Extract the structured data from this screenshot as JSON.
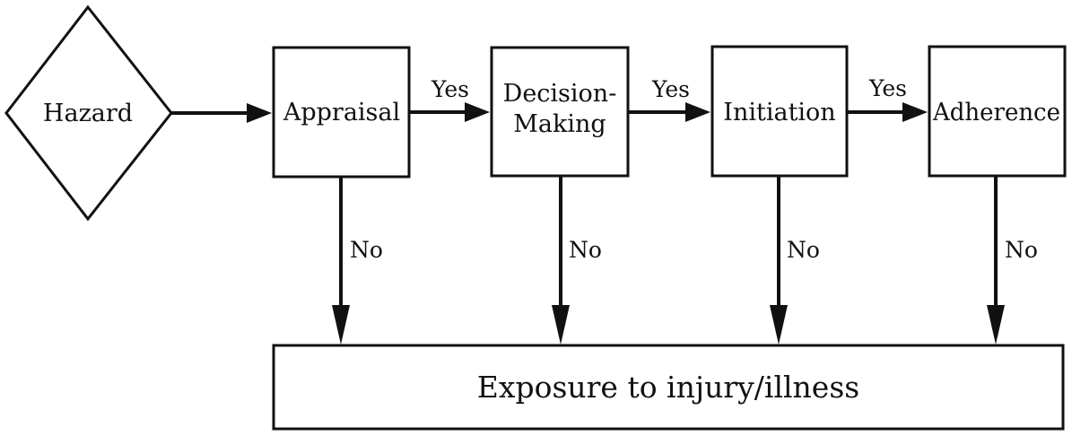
{
  "diagram": {
    "type": "flowchart",
    "nodes": [
      {
        "id": "hazard",
        "shape": "diamond",
        "label": "Hazard"
      },
      {
        "id": "appraisal",
        "shape": "box",
        "label": "Appraisal"
      },
      {
        "id": "decision",
        "shape": "box",
        "label_lines": [
          "Decision-",
          "Making"
        ]
      },
      {
        "id": "initiation",
        "shape": "box",
        "label": "Initiation"
      },
      {
        "id": "adherence",
        "shape": "box",
        "label": "Adherence"
      },
      {
        "id": "exposure",
        "shape": "box",
        "label": "Exposure to injury/illness"
      }
    ],
    "edges": [
      {
        "from": "hazard",
        "to": "appraisal",
        "label": ""
      },
      {
        "from": "appraisal",
        "to": "decision",
        "label": "Yes"
      },
      {
        "from": "decision",
        "to": "initiation",
        "label": "Yes"
      },
      {
        "from": "initiation",
        "to": "adherence",
        "label": "Yes"
      },
      {
        "from": "appraisal",
        "to": "exposure",
        "label": "No"
      },
      {
        "from": "decision",
        "to": "exposure",
        "label": "No"
      },
      {
        "from": "initiation",
        "to": "exposure",
        "label": "No"
      },
      {
        "from": "adherence",
        "to": "exposure",
        "label": "No"
      }
    ]
  }
}
